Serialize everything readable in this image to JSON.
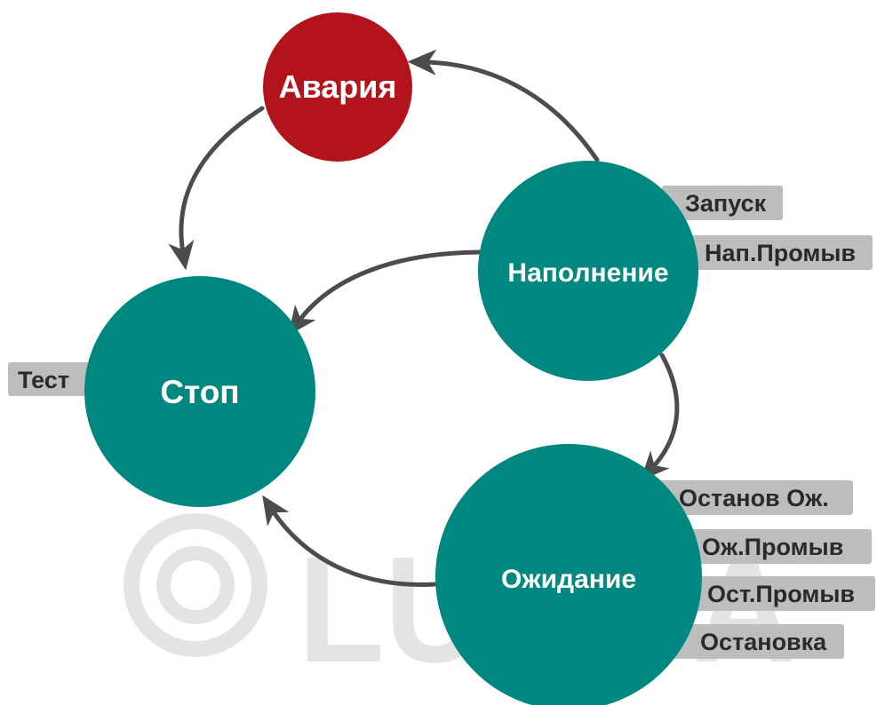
{
  "watermark": {
    "text": "LUNDA"
  },
  "colors": {
    "state_node": "#00877f",
    "alarm_node": "#b3141b",
    "tag_background": "#bdbdbd",
    "arrow": "#4c4c4c"
  },
  "nodes": {
    "alarm": {
      "label": "Авария"
    },
    "stop": {
      "label": "Стоп"
    },
    "filling": {
      "label": "Наполнение"
    },
    "waiting": {
      "label": "Ожидание"
    }
  },
  "tags": {
    "stop": [
      "Тест"
    ],
    "filling": [
      "Запуск",
      "Нап.Промыв"
    ],
    "waiting": [
      "Останов Ож.",
      "Ож.Промыв",
      "Ост.Промыв",
      "Остановка"
    ]
  },
  "transitions": [
    {
      "from": "filling",
      "to": "alarm"
    },
    {
      "from": "alarm",
      "to": "stop"
    },
    {
      "from": "filling",
      "to": "stop"
    },
    {
      "from": "filling",
      "to": "waiting"
    },
    {
      "from": "waiting",
      "to": "stop"
    }
  ]
}
